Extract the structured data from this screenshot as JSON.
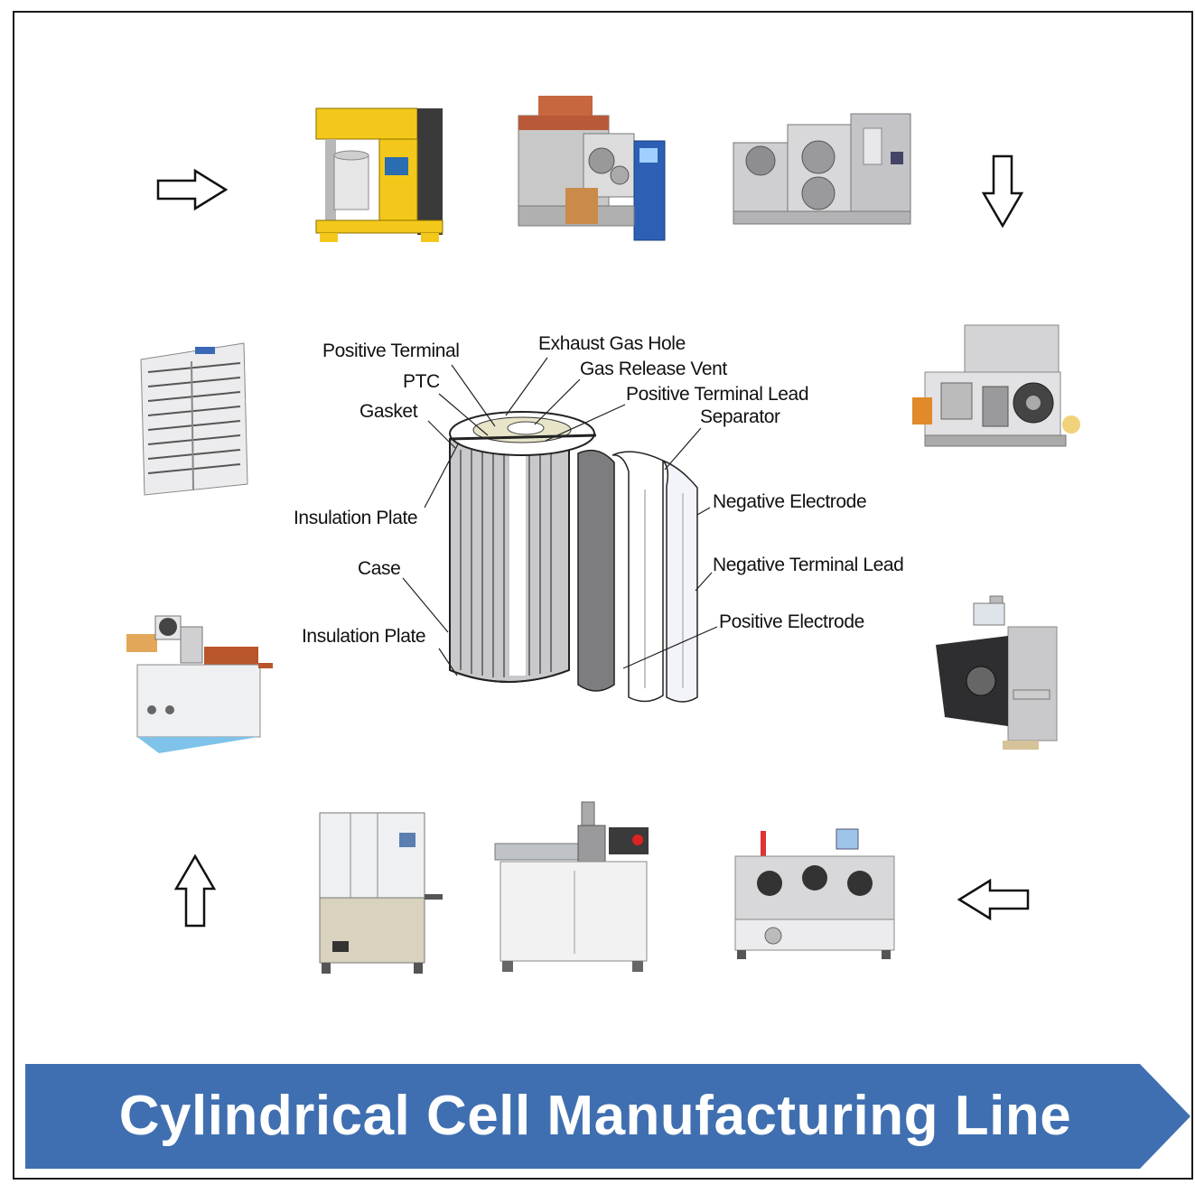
{
  "title": "Cylindrical Cell Manufacturing Line",
  "colors": {
    "banner": "#3f6fb0",
    "machine_gray": "#c9ccd0",
    "machine_yellow": "#f4c81a",
    "machine_blue": "#2d5fb5",
    "outline": "#1a1a1a"
  },
  "cell_labels": {
    "positive_terminal": "Positive Terminal",
    "ptc": "PTC",
    "gasket": "Gasket",
    "insulation_plate_top": "Insulation Plate",
    "case": "Case",
    "insulation_plate_bottom": "Insulation Plate",
    "exhaust_gas_hole": "Exhaust Gas Hole",
    "gas_release_vent": "Gas Release Vent",
    "positive_terminal_lead": "Positive Terminal Lead",
    "separator": "Separator",
    "negative_electrode": "Negative Electrode",
    "negative_terminal_lead": "Negative Terminal Lead",
    "positive_electrode": "Positive Electrode"
  },
  "flow_arrows": [
    "arrow-right",
    "arrow-down",
    "arrow-left",
    "arrow-up"
  ]
}
